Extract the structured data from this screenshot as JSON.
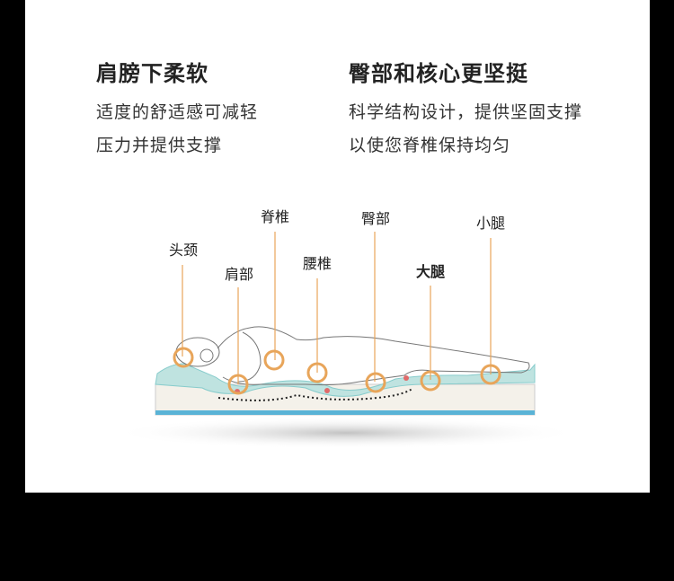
{
  "left": {
    "title": "肩膀下柔软",
    "lines": [
      "适度的舒适感可减轻",
      "压力并提供支撑"
    ]
  },
  "right": {
    "title": "臀部和核心更坚挺",
    "lines": [
      "科学结构设计，提供坚固支撑",
      "以使您脊椎保持均匀"
    ]
  },
  "labels": {
    "head_neck": "头颈",
    "shoulder": "肩部",
    "spine": "脊椎",
    "lumbar": "腰椎",
    "hip": "臀部",
    "thigh": "大腿",
    "calf": "小腿"
  },
  "colors": {
    "accent": "#e8a55a",
    "foam": "#bfe3e0",
    "stripe": "#5ab3d6",
    "point": "#e06a6a"
  }
}
